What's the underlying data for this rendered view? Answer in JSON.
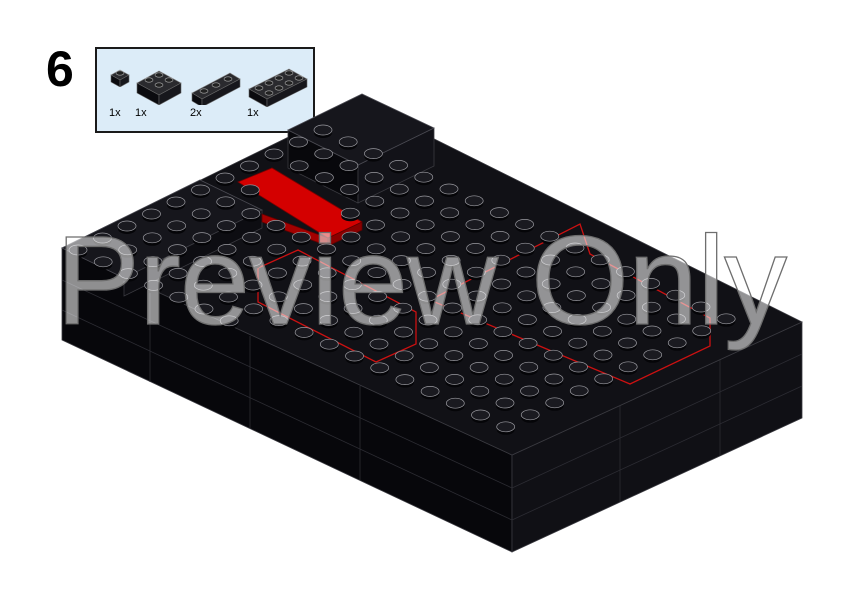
{
  "step": {
    "number": "6"
  },
  "parts": [
    {
      "name": "brick-1x1",
      "qty": "1x"
    },
    {
      "name": "brick-2x2",
      "qty": "1x"
    },
    {
      "name": "brick-1x3",
      "qty": "2x"
    },
    {
      "name": "brick-2x4",
      "qty": "1x"
    }
  ],
  "watermark": {
    "text": "Preview Only"
  },
  "colors": {
    "brick_black": "#0a0a0f",
    "brick_top": "#141418",
    "new_piece": "#cc0000",
    "highlight_outline": "#cc1111",
    "parts_box_bg": "#dcecf8"
  }
}
